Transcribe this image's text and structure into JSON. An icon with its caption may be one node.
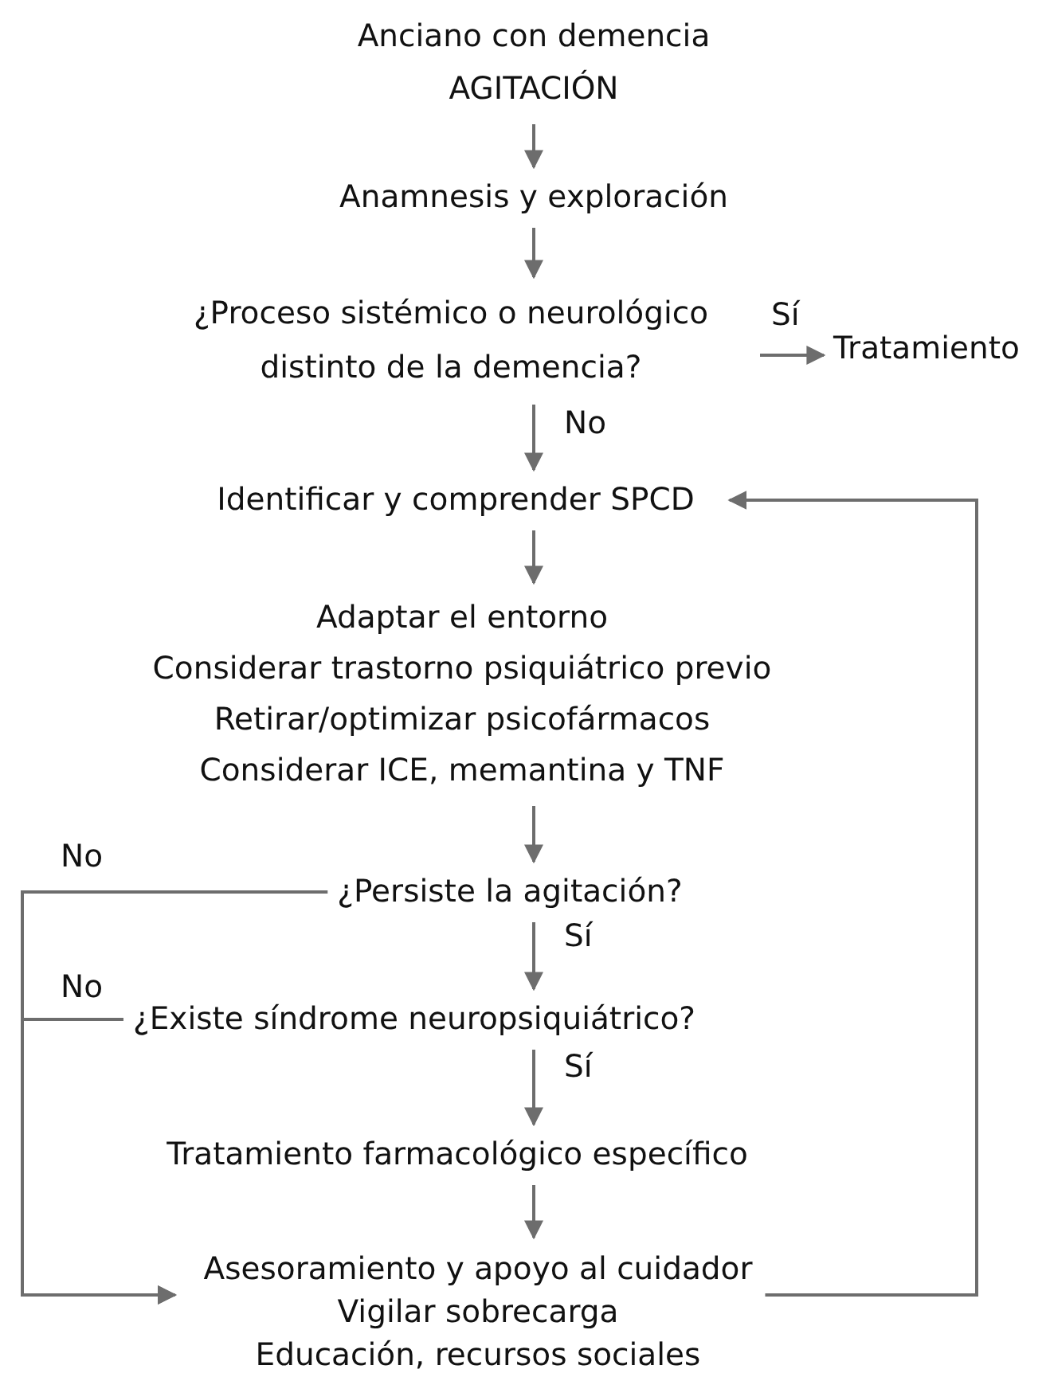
{
  "diagram": {
    "nodes": [
      {
        "text": [
          "Anciano con demencia",
          "AGITACIÓN"
        ]
      },
      {
        "text": [
          "Anamnesis y exploración"
        ]
      },
      {
        "text": [
          "¿Proceso sistémico o neurológico distinto de la demencia?"
        ]
      },
      {
        "text": [
          "Tratamiento"
        ]
      },
      {
        "text": [
          "Identificar y comprender SPCD"
        ]
      },
      {
        "text": [
          "Adaptar el entorno",
          "Considerar trastorno psiquiátrico previo",
          "Retirar/optimizar psicofármacos",
          "Considerar ICE, memantina y TNF"
        ]
      },
      {
        "text": [
          "¿Persiste la agitación?"
        ]
      },
      {
        "text": [
          "¿Existe síndrome neuropsiquiátrico?"
        ]
      },
      {
        "text": [
          "Tratamiento farmacológico específico"
        ]
      },
      {
        "text": [
          "Asesoramiento y apoyo al cuidador",
          "Vigilar sobrecarga",
          "Educación, recursos sociales"
        ]
      }
    ],
    "edges": [
      {
        "from": 0,
        "to": 1,
        "arrow": "to"
      },
      {
        "from": 1,
        "to": 2,
        "arrow": "to"
      },
      {
        "from": 2,
        "to": 3,
        "arrow": "to",
        "label": "Sí"
      },
      {
        "from": 2,
        "to": 4,
        "arrow": "to",
        "label": "No"
      },
      {
        "from": 4,
        "to": 5,
        "arrow": "to"
      },
      {
        "from": 5,
        "to": 6,
        "arrow": "to"
      },
      {
        "from": 6,
        "to": 7,
        "arrow": "to",
        "label": "Sí"
      },
      {
        "from": 7,
        "to": 8,
        "arrow": "to",
        "label": "Sí"
      },
      {
        "from": 8,
        "to": 9,
        "arrow": "to"
      },
      {
        "from": 6,
        "to": 9,
        "arrow": "to",
        "label": "No"
      },
      {
        "from": 7,
        "to": 9,
        "arrow": "to",
        "label": "No"
      },
      {
        "from": 9,
        "to": 4,
        "arrow": "to"
      }
    ]
  }
}
